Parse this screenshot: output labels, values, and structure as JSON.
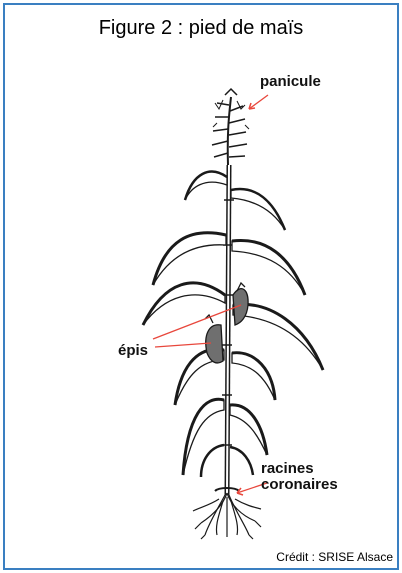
{
  "figure": {
    "title": "Figure 2 : pied de maïs",
    "credit": "Crédit : SRISE Alsace"
  },
  "labels": {
    "panicule": "panicule",
    "epis": "épis",
    "racines_line1": "racines",
    "racines_line2": "coronaires"
  },
  "colors": {
    "border": "#3a7fc1",
    "arrow": "#e8473c",
    "ink": "#1a1a1a"
  }
}
